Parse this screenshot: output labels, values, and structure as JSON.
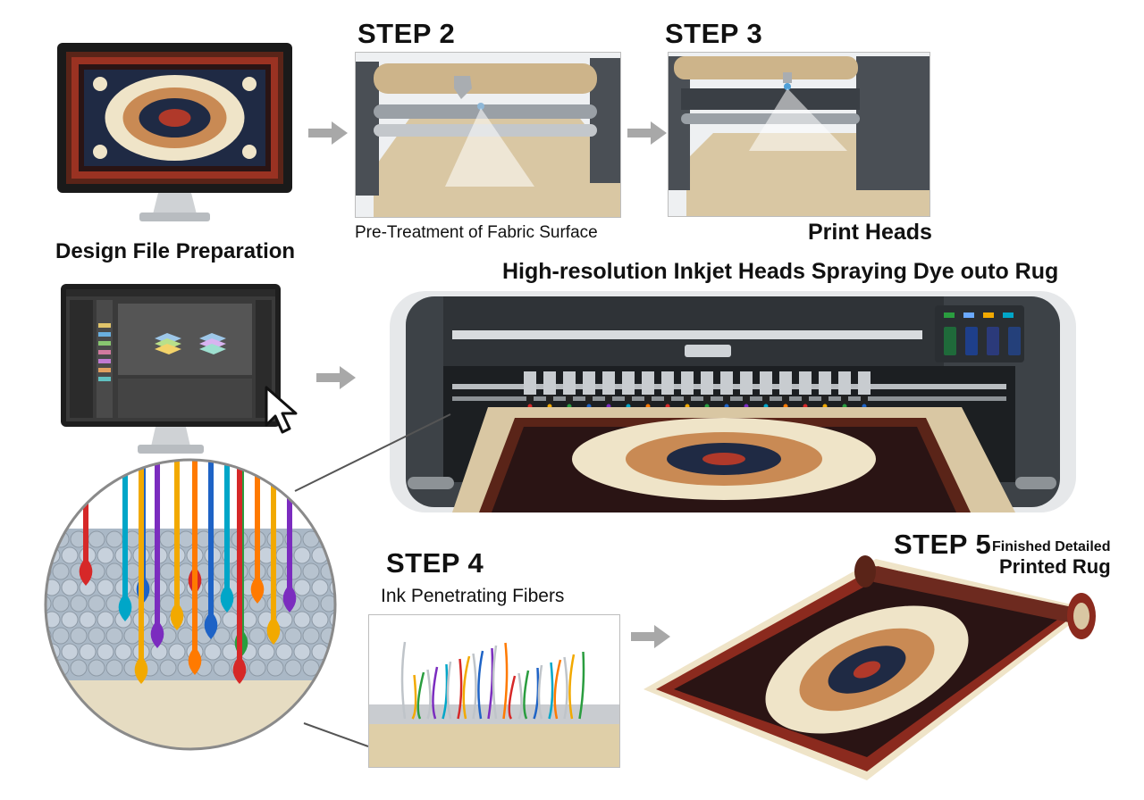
{
  "steps": {
    "design": {
      "caption": "Design File Preparation"
    },
    "step2": {
      "title": "STEP 2",
      "caption": "Pre-Treatment of Fabric Surface"
    },
    "step3": {
      "title": "STEP 3",
      "caption": "Print Heads"
    },
    "printer": {
      "caption": "High-resolution Inkjet Heads Spraying Dye outo Rug"
    },
    "step4": {
      "title": "STEP 4",
      "caption": "Ink Penetrating Fibers"
    },
    "step5": {
      "title": "STEP 5",
      "caption_line1": "Finished Detailed",
      "caption_line2": "Printed Rug"
    }
  },
  "colors": {
    "rug_field": "#3a1a1a",
    "rug_border": "#8b2a1e",
    "rug_cream": "#efe4c8",
    "rug_navy": "#1f2a44",
    "fabric": "#d9c7a3",
    "machine_dark": "#3d4247",
    "machine_light": "#e6e8ea",
    "arrow": "#9a9a9a",
    "ink_colors": [
      "#d62828",
      "#f2a900",
      "#2a9d3f",
      "#1e63c6",
      "#7b2cbf",
      "#00a6c8",
      "#ff7a00"
    ]
  },
  "icons": [
    "monitor-icon",
    "mouse-cursor-icon",
    "spray-nozzle-icon",
    "ink-cartridge-icon",
    "flow-arrow-icon"
  ]
}
